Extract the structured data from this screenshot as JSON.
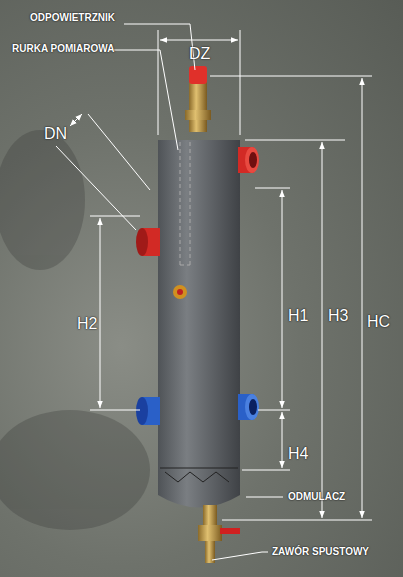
{
  "diagram": {
    "labels": [
      "ODPOWIETRZNIK",
      "RURKA POMIAROWA",
      "DZ",
      "DN",
      "H2",
      "H1",
      "H3",
      "HC",
      "H4",
      "ODMULACZ",
      "ZAWÓR SPUSTOWY"
    ]
  }
}
